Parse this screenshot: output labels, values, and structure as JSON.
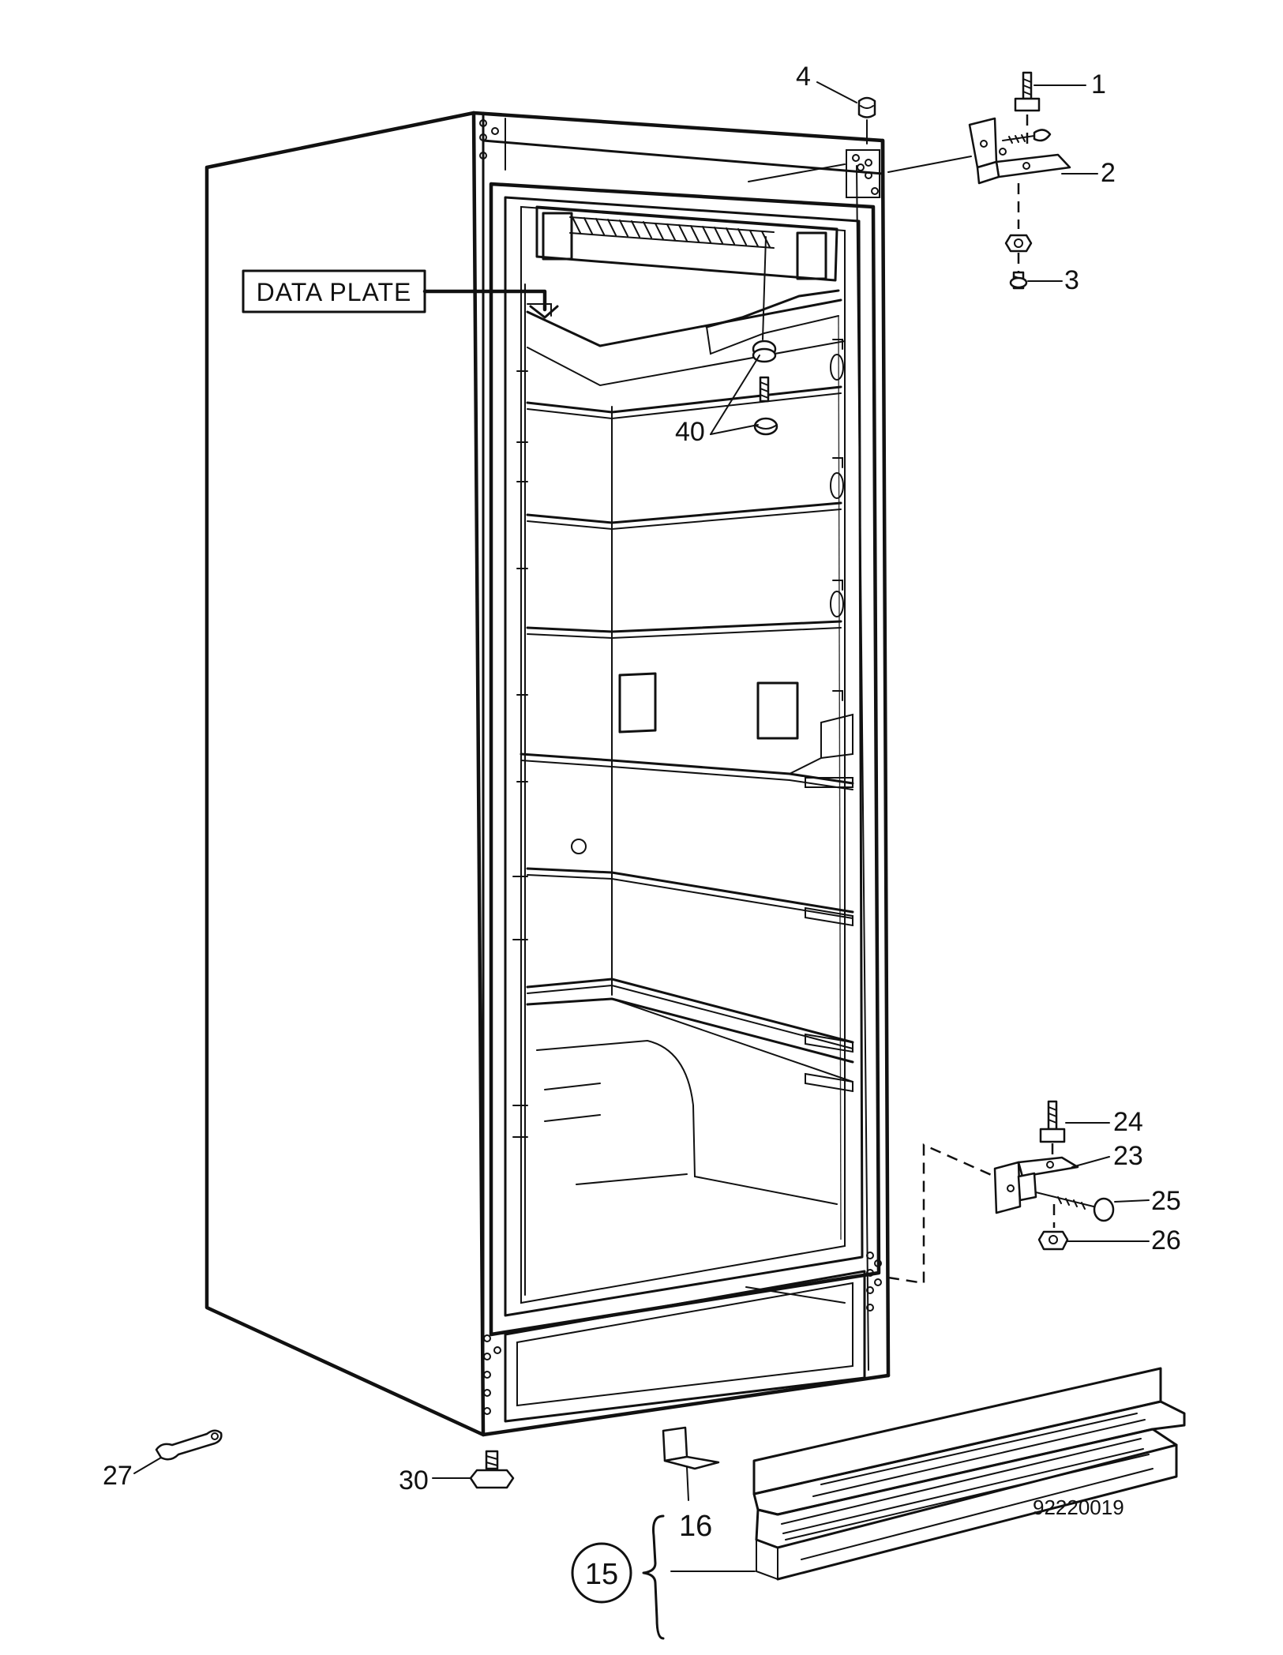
{
  "data_plate": {
    "text": "DATA PLATE"
  },
  "labels": {
    "p1": "1",
    "p2": "2",
    "p3": "3",
    "p4": "4",
    "p15": "15",
    "p16": "16",
    "p23": "23",
    "p24": "24",
    "p25": "25",
    "p26": "26",
    "p27": "27",
    "p30": "30",
    "p40": "40"
  },
  "drawing_code": "92220019"
}
